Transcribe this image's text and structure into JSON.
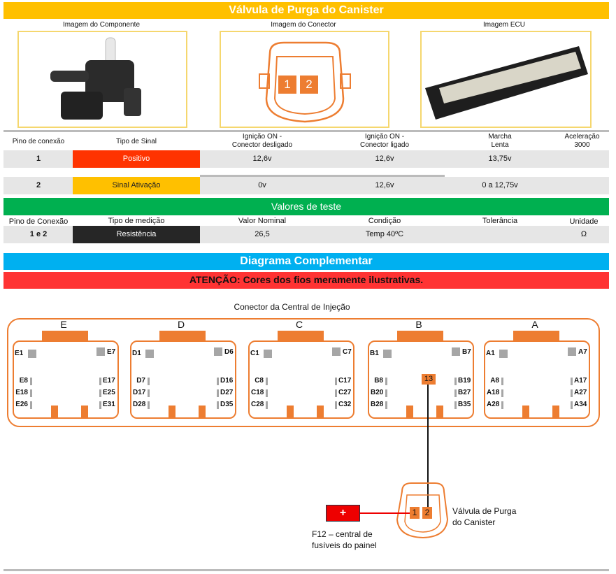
{
  "title": "Válvula de Purga do Canister",
  "images": {
    "component": "Imagem do Componente",
    "connector": "Imagem do Conector",
    "ecu": "Imagem ECU"
  },
  "connector_pins": [
    "1",
    "2"
  ],
  "signal_table": {
    "headers": [
      "Pino de conexão",
      "Tipo de Sinal",
      "Ignição ON -\nConector desligado",
      "Ignição ON -\nConector ligado",
      "Marcha\nLenta",
      "Aceleração\n3000"
    ],
    "rows": [
      {
        "pin": "1",
        "type": "Positivo",
        "type_color": "#FF3300",
        "ign_off": "12,6v",
        "ign_on": "12,6v",
        "idle": "13,75v",
        "accel": ""
      },
      {
        "pin": "2",
        "type": "Sinal Ativação",
        "type_color": "#FFC000",
        "ign_off": "0v",
        "ign_on": "12,6v",
        "idle": "0 a 12,75v",
        "accel": ""
      }
    ]
  },
  "test_values": {
    "title": "Valores de teste",
    "headers": [
      "Pino de Conexão",
      "Tipo de medição",
      "Valor Nominal",
      "Condição",
      "Tolerância",
      "Unidade"
    ],
    "row": {
      "pin": "1 e 2",
      "type": "Resistência",
      "nominal": "26,5",
      "condition": "Temp 40ºC",
      "tolerance": "",
      "unit": "Ω"
    }
  },
  "diagram": {
    "title": "Diagrama Complementar",
    "warning": "ATENÇÃO: Cores dos fios meramente ilustrativas.",
    "ecu_label": "Conector da Central de Injeção",
    "connectors": [
      {
        "letter": "E",
        "tl": "E1",
        "tr": "E7",
        "left": [
          "E8",
          "E18",
          "E26"
        ],
        "right": [
          "E17",
          "E25",
          "E31"
        ]
      },
      {
        "letter": "D",
        "tl": "D1",
        "tr": "D6",
        "left": [
          "D7",
          "D17",
          "D28"
        ],
        "right": [
          "D16",
          "D27",
          "D35"
        ]
      },
      {
        "letter": "C",
        "tl": "C1",
        "tr": "C7",
        "left": [
          "C8",
          "C18",
          "C28"
        ],
        "right": [
          "C17",
          "C27",
          "C32"
        ]
      },
      {
        "letter": "B",
        "tl": "B1",
        "tr": "B7",
        "left": [
          "B8",
          "B20",
          "B28"
        ],
        "right": [
          "B19",
          "B27",
          "B35"
        ]
      },
      {
        "letter": "A",
        "tl": "A1",
        "tr": "A7",
        "left": [
          "A8",
          "A18",
          "A28"
        ],
        "right": [
          "A17",
          "A27",
          "A34"
        ]
      }
    ],
    "ecu_pin": "13",
    "fuse_symbol": "+",
    "fuse_label": "F12 – central de\nfusíveis do painel",
    "valve_label": "Válvula de Purga\ndo Canister",
    "valve_pins": [
      "1",
      "2"
    ]
  },
  "colors": {
    "yellow": "#FFC000",
    "green": "#00B050",
    "blue": "#00B0F0",
    "red": "#FF3333",
    "orange": "#ED7D31"
  }
}
